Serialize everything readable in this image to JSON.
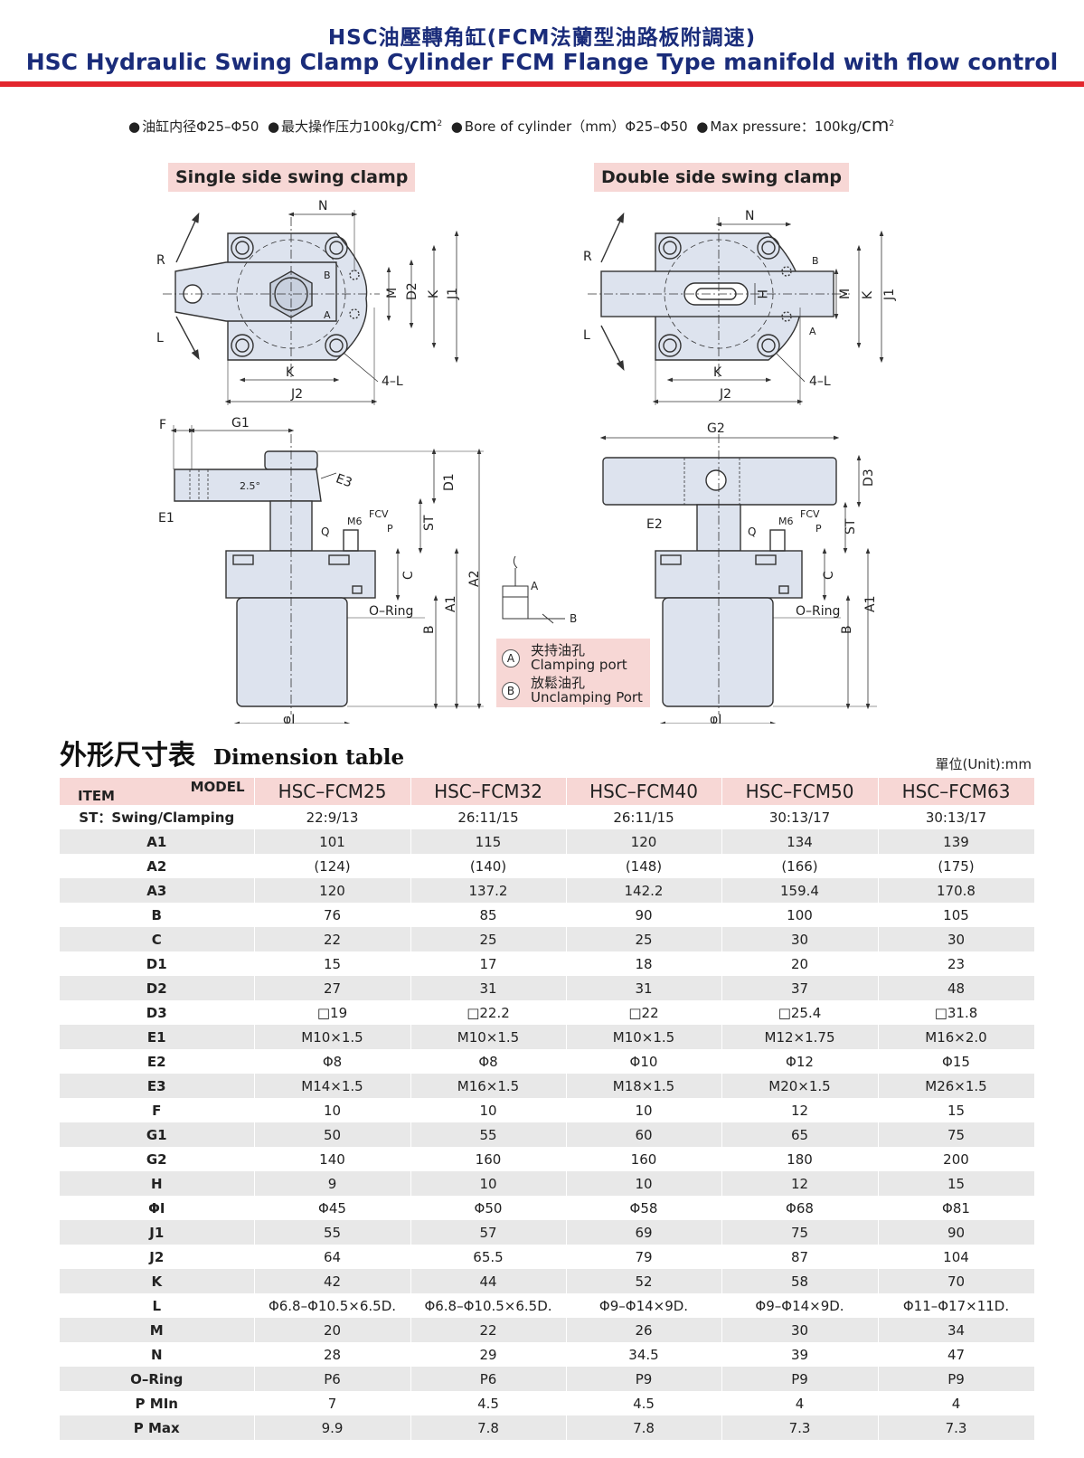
{
  "header": {
    "title_zh": "HSC油壓轉角缸(FCM法蘭型油路板附調速)",
    "title_en": "HSC Hydraulic Swing Clamp Cylinder FCM Flange Type manifold with flow control"
  },
  "specs": {
    "bore_zh": "油缸内径Φ25–Φ50",
    "pressure_zh": "最大操作压力100kg/",
    "bore_en": "Bore of cylinder（mm）Φ25–Φ50",
    "pressure_en": "Max pressure：100kg/",
    "unit_cm": "cm",
    "unit_sup": "2"
  },
  "drawings": {
    "single_title": "Single side swing clamp",
    "double_title": "Double side swing clamp",
    "labels": {
      "N": "N",
      "R": "R",
      "L": "L",
      "M": "M",
      "D2": "D2",
      "K": "K",
      "J1": "J1",
      "J2": "J2",
      "four_L": "4–L",
      "A": "A",
      "B": "B",
      "H": "H",
      "F": "F",
      "G1": "G1",
      "G2": "G2",
      "E1": "E1",
      "E2": "E2",
      "E3": "E3",
      "D1": "D1",
      "D3": "D3",
      "ST": "ST",
      "A1": "A1",
      "A2": "A2",
      "C": "C",
      "Q": "Q",
      "P": "P",
      "M6": "M6",
      "FCV": "FCV",
      "ORing": "O–Ring",
      "phiI": "φI",
      "angle": "2.5°"
    }
  },
  "legend": {
    "a_zh": "夹持油孔",
    "a_en": "Clamping port",
    "b_zh": "放鬆油孔",
    "b_en": "Unclamping Port",
    "a_mark": "A",
    "b_mark": "B"
  },
  "table": {
    "title_zh": "外形尺寸表",
    "title_en": "Dimension table",
    "unit": "單位(Unit):mm",
    "corner_model": "MODEL",
    "corner_item": "ITEM",
    "models": [
      "HSC–FCM25",
      "HSC–FCM32",
      "HSC–FCM40",
      "HSC–FCM50",
      "HSC–FCM63"
    ],
    "rows": [
      {
        "item": "ST：Swing/Clamping",
        "values": [
          "22:9/13",
          "26:11/15",
          "26:11/15",
          "30:13/17",
          "30:13/17"
        ]
      },
      {
        "item": "A1",
        "values": [
          "101",
          "115",
          "120",
          "134",
          "139"
        ]
      },
      {
        "item": "A2",
        "values": [
          "(124)",
          "(140)",
          "(148)",
          "(166)",
          "(175)"
        ]
      },
      {
        "item": "A3",
        "values": [
          "120",
          "137.2",
          "142.2",
          "159.4",
          "170.8"
        ]
      },
      {
        "item": "B",
        "values": [
          "76",
          "85",
          "90",
          "100",
          "105"
        ]
      },
      {
        "item": "C",
        "values": [
          "22",
          "25",
          "25",
          "30",
          "30"
        ]
      },
      {
        "item": "D1",
        "values": [
          "15",
          "17",
          "18",
          "20",
          "23"
        ]
      },
      {
        "item": "D2",
        "values": [
          "27",
          "31",
          "31",
          "37",
          "48"
        ]
      },
      {
        "item": "D3",
        "values": [
          "□19",
          "□22.2",
          "□22",
          "□25.4",
          "□31.8"
        ]
      },
      {
        "item": "E1",
        "values": [
          "M10×1.5",
          "M10×1.5",
          "M10×1.5",
          "M12×1.75",
          "M16×2.0"
        ]
      },
      {
        "item": "E2",
        "values": [
          "Φ8",
          "Φ8",
          "Φ10",
          "Φ12",
          "Φ15"
        ]
      },
      {
        "item": "E3",
        "values": [
          "M14×1.5",
          "M16×1.5",
          "M18×1.5",
          "M20×1.5",
          "M26×1.5"
        ]
      },
      {
        "item": "F",
        "values": [
          "10",
          "10",
          "10",
          "12",
          "15"
        ]
      },
      {
        "item": "G1",
        "values": [
          "50",
          "55",
          "60",
          "65",
          "75"
        ]
      },
      {
        "item": "G2",
        "values": [
          "140",
          "160",
          "160",
          "180",
          "200"
        ]
      },
      {
        "item": "H",
        "values": [
          "9",
          "10",
          "10",
          "12",
          "15"
        ]
      },
      {
        "item": "ΦI",
        "values": [
          "Φ45",
          "Φ50",
          "Φ58",
          "Φ68",
          "Φ81"
        ]
      },
      {
        "item": "J1",
        "values": [
          "55",
          "57",
          "69",
          "75",
          "90"
        ]
      },
      {
        "item": "J2",
        "values": [
          "64",
          "65.5",
          "79",
          "87",
          "104"
        ]
      },
      {
        "item": "K",
        "values": [
          "42",
          "44",
          "52",
          "58",
          "70"
        ]
      },
      {
        "item": "L",
        "values": [
          "Φ6.8–Φ10.5×6.5D.",
          "Φ6.8–Φ10.5×6.5D.",
          "Φ9–Φ14×9D.",
          "Φ9–Φ14×9D.",
          "Φ11–Φ17×11D."
        ]
      },
      {
        "item": "M",
        "values": [
          "20",
          "22",
          "26",
          "30",
          "34"
        ]
      },
      {
        "item": "N",
        "values": [
          "28",
          "29",
          "34.5",
          "39",
          "47"
        ]
      },
      {
        "item": "O–Ring",
        "values": [
          "P6",
          "P6",
          "P9",
          "P9",
          "P9"
        ]
      },
      {
        "item": "P MIn",
        "values": [
          "7",
          "4.5",
          "4.5",
          "4",
          "4"
        ]
      },
      {
        "item": "P Max",
        "values": [
          "9.9",
          "7.8",
          "7.8",
          "7.3",
          "7.3"
        ]
      }
    ]
  }
}
